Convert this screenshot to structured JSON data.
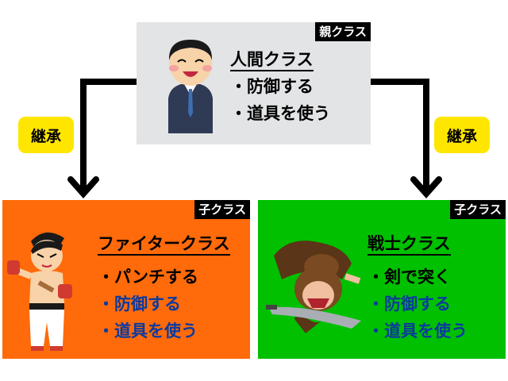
{
  "parent": {
    "tag": "親クラス",
    "title": "人間クラス",
    "items": [
      "・防御する",
      "・道具を使う"
    ],
    "character": "businessman-illustration"
  },
  "left_child": {
    "tag": "子クラス",
    "title": "ファイタークラス",
    "items": [
      {
        "text": "・パンチする",
        "inherited": false
      },
      {
        "text": "・防御する",
        "inherited": true
      },
      {
        "text": "・道具を使う",
        "inherited": true
      }
    ],
    "character": "fighter-illustration",
    "color": "#ff6a0a"
  },
  "right_child": {
    "tag": "子クラス",
    "title": "戦士クラス",
    "items": [
      {
        "text": "・剣で突く",
        "inherited": false
      },
      {
        "text": "・防御する",
        "inherited": true
      },
      {
        "text": "・道具を使う",
        "inherited": true
      }
    ],
    "character": "warrior-illustration",
    "color": "#00c000"
  },
  "connectors": {
    "left_label": "継承",
    "right_label": "継承"
  },
  "colors": {
    "parent_bg": "#e3e4e6",
    "inherited_text": "#0b3aa0",
    "badge": "#ffe600"
  }
}
